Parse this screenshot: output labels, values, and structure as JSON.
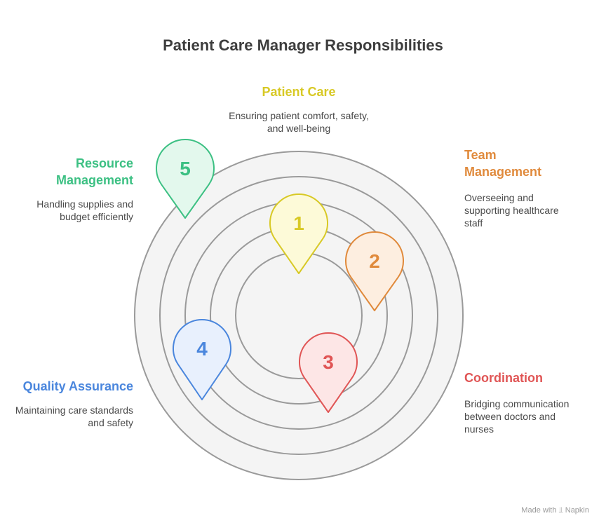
{
  "title": "Patient Care Manager Responsibilities",
  "colors": {
    "ring_fill": "#f4f4f4",
    "ring_stroke": "#9a9a9a"
  },
  "items": [
    {
      "number": "1",
      "heading": "Patient Care",
      "description": "Ensuring patient comfort, safety, and well-being",
      "color": "#d8c925",
      "fill": "#fdfad8"
    },
    {
      "number": "2",
      "heading": "Team Management",
      "description": "Overseeing and supporting healthcare staff",
      "color": "#e08a3c",
      "fill": "#fdeee0"
    },
    {
      "number": "3",
      "heading": "Coordination",
      "description": "Bridging communication between doctors and nurses",
      "color": "#e05555",
      "fill": "#fde6e6"
    },
    {
      "number": "4",
      "heading": "Quality Assurance",
      "description": "Maintaining care standards and safety",
      "color": "#4a86dd",
      "fill": "#e8f0fd"
    },
    {
      "number": "5",
      "heading": "Resource Management",
      "description": "Handling supplies and budget efficiently",
      "color": "#3cc083",
      "fill": "#e3f8ed"
    }
  ],
  "footer": {
    "made_with": "Made with",
    "brand": "Napkin"
  }
}
